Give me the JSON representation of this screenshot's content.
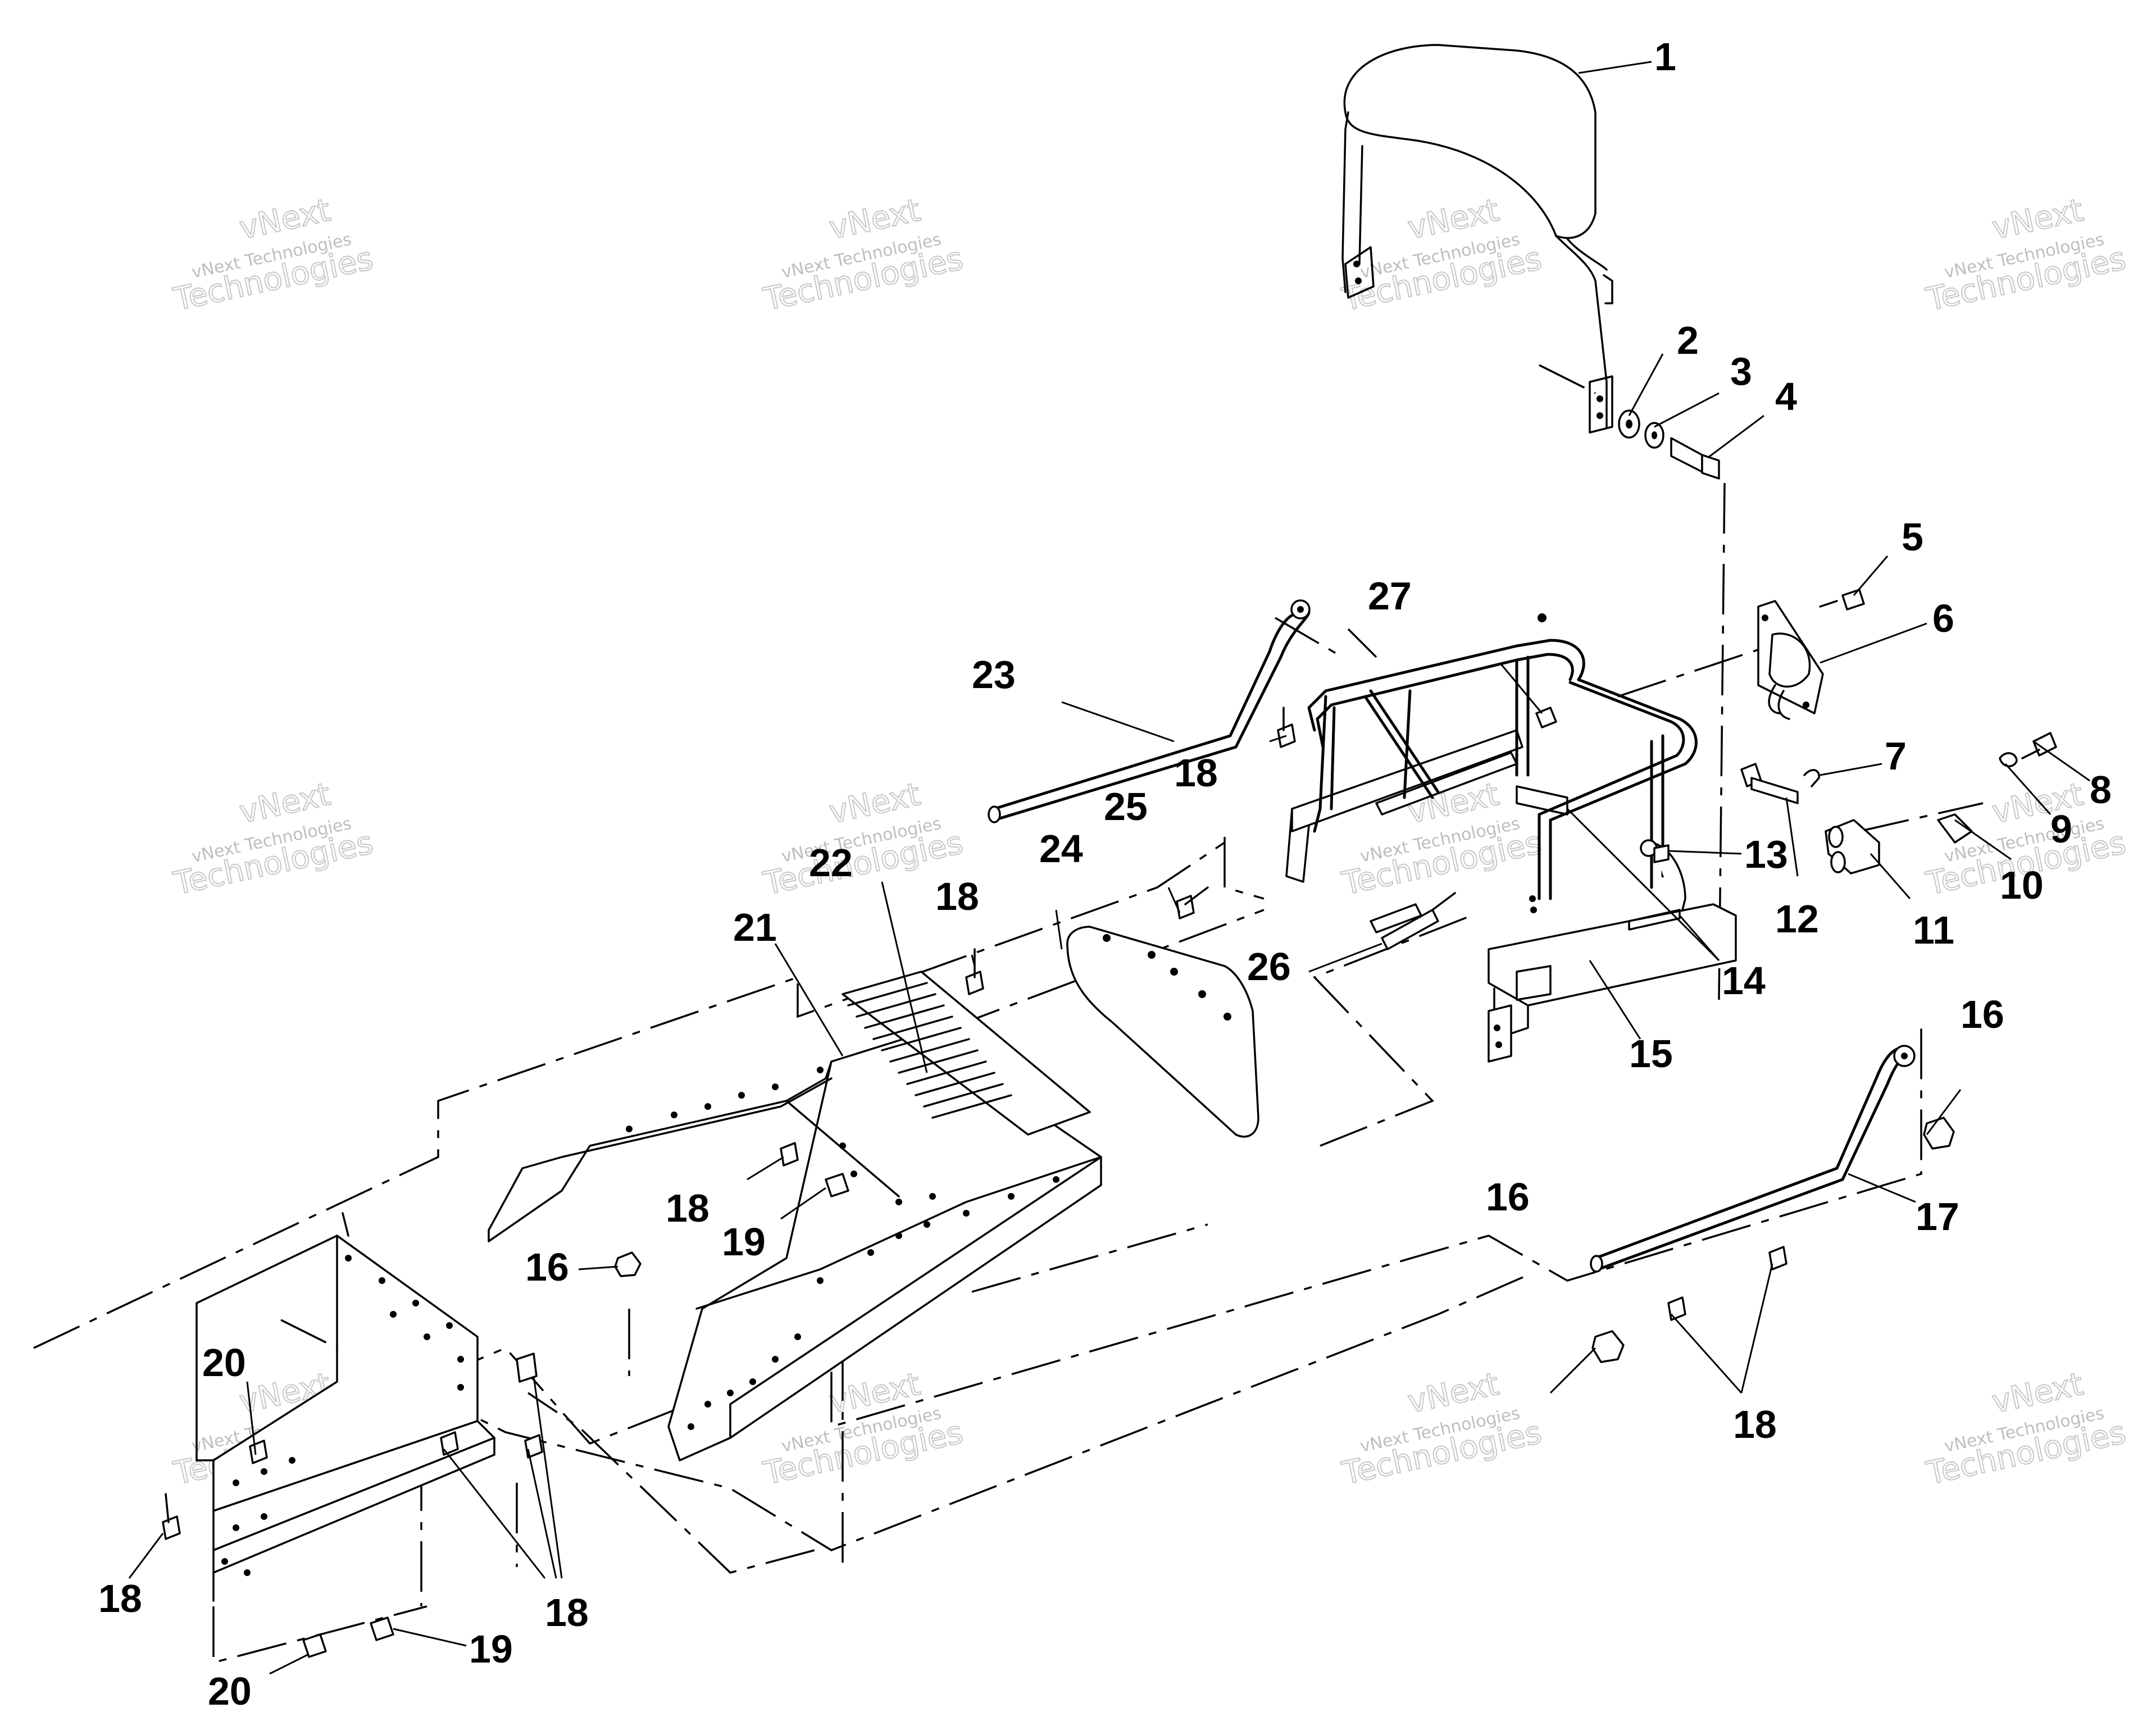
{
  "callouts": {
    "c1": "1",
    "c2": "2",
    "c3": "3",
    "c4": "4",
    "c5": "5",
    "c6": "6",
    "c7": "7",
    "c8": "8",
    "c9": "9",
    "c10": "10",
    "c11": "11",
    "c12": "12",
    "c13": "13",
    "c14": "14",
    "c15": "15",
    "c16a": "16",
    "c16b": "16",
    "c16c": "16",
    "c17": "17",
    "c18a": "18",
    "c18b": "18",
    "c18c": "18",
    "c18d": "18",
    "c18e": "18",
    "c18f": "18",
    "c19a": "19",
    "c19b": "19",
    "c20a": "20",
    "c20b": "20",
    "c21": "21",
    "c22": "22",
    "c23": "23",
    "c24": "24",
    "c25": "25",
    "c26": "26",
    "c27": "27"
  },
  "watermark": {
    "line1": "vNext",
    "line2": "vNext Technologies",
    "line3": "Technologies"
  }
}
